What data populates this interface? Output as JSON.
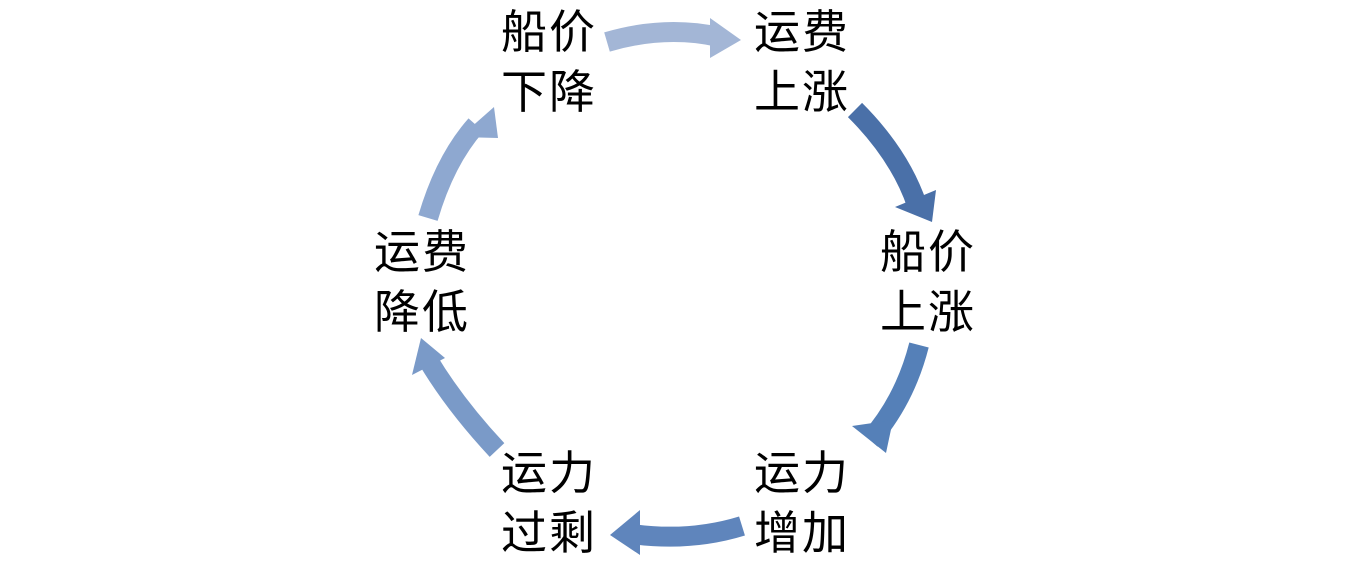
{
  "nodes": [
    {
      "line1": "船价",
      "line2": "下降"
    },
    {
      "line1": "运费",
      "line2": "上涨"
    },
    {
      "line1": "船价",
      "line2": "上涨"
    },
    {
      "line1": "运力",
      "line2": "增加"
    },
    {
      "line1": "运力",
      "line2": "过剩"
    },
    {
      "line1": "运费",
      "line2": "降低"
    }
  ],
  "colors": {
    "arrows": [
      "#a3b6d6",
      "#4a70a8",
      "#5580b8",
      "#5f85bc",
      "#7a9ac8",
      "#8ea8d0"
    ]
  }
}
